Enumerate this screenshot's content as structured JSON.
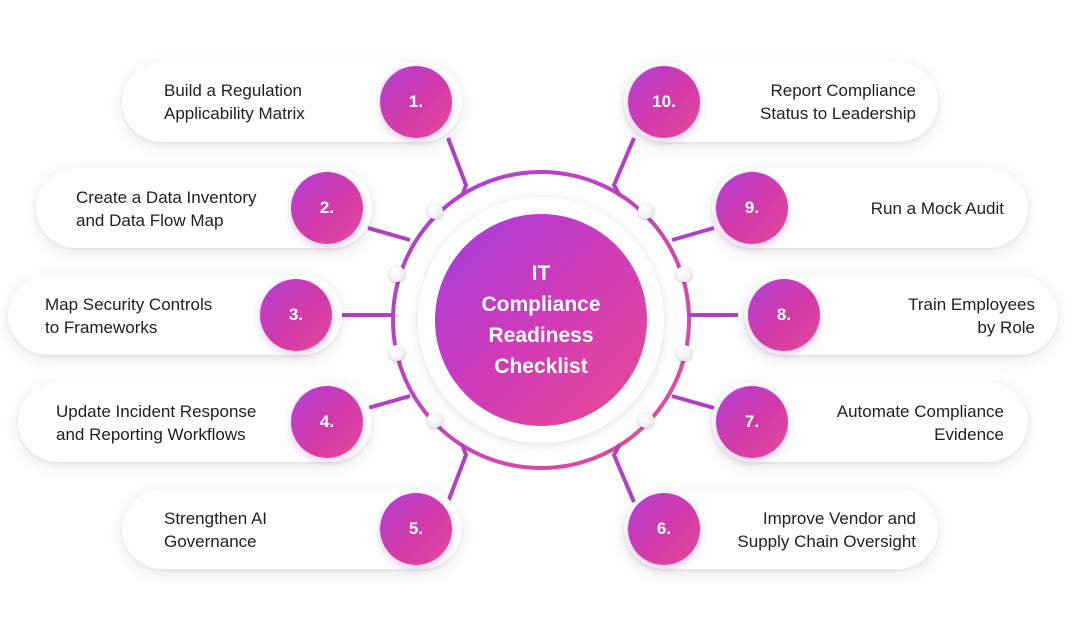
{
  "center": {
    "title": "IT\nCompliance\nReadiness\nChecklist"
  },
  "items": [
    {
      "number": "1.",
      "label": "Build a Regulation\nApplicability Matrix"
    },
    {
      "number": "2.",
      "label": "Create a Data Inventory\nand Data Flow Map"
    },
    {
      "number": "3.",
      "label": "Map Security Controls\nto Frameworks"
    },
    {
      "number": "4.",
      "label": "Update Incident Response\nand Reporting Workflows"
    },
    {
      "number": "5.",
      "label": "Strengthen AI\nGovernance"
    },
    {
      "number": "6.",
      "label": "Improve Vendor and\nSupply Chain Oversight"
    },
    {
      "number": "7.",
      "label": "Automate Compliance\nEvidence"
    },
    {
      "number": "8.",
      "label": "Train Employees\nby Role"
    },
    {
      "number": "9.",
      "label": "Run a Mock Audit"
    },
    {
      "number": "10.",
      "label": "Report Compliance\nStatus to Leadership"
    }
  ],
  "colors": {
    "accent_start": "#b13fd6",
    "accent_end": "#e54a9b",
    "connector": "#b23fc8",
    "text": "#1f1f24"
  }
}
